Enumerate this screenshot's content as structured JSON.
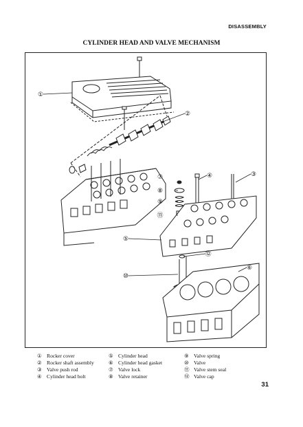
{
  "header": {
    "section": "DISASSEMBLY"
  },
  "title": "CYLINDER HEAD AND VALVE MECHANISM",
  "callouts": [
    "①",
    "②",
    "③",
    "④",
    "⑤",
    "⑥",
    "⑦",
    "⑧",
    "⑨",
    "⑩",
    "⑪",
    "⑫"
  ],
  "legend": {
    "col1": [
      {
        "num": "①",
        "label": "Rocker cover"
      },
      {
        "num": "②",
        "label": "Rocker shaft assembly"
      },
      {
        "num": "③",
        "label": "Valve push rod"
      },
      {
        "num": "④",
        "label": "Cylinder head bolt"
      }
    ],
    "col2": [
      {
        "num": "⑤",
        "label": "Cylinder head"
      },
      {
        "num": "⑥",
        "label": "Cylinder head gasket"
      },
      {
        "num": "⑦",
        "label": "Valve lock"
      },
      {
        "num": "⑧",
        "label": "Valve retainer"
      }
    ],
    "col3": [
      {
        "num": "⑨",
        "label": "Valve spring"
      },
      {
        "num": "⑩",
        "label": "Valve"
      },
      {
        "num": "⑪",
        "label": "Valve stem seal"
      },
      {
        "num": "⑫",
        "label": "Valve cap"
      }
    ]
  },
  "page_number": "31"
}
